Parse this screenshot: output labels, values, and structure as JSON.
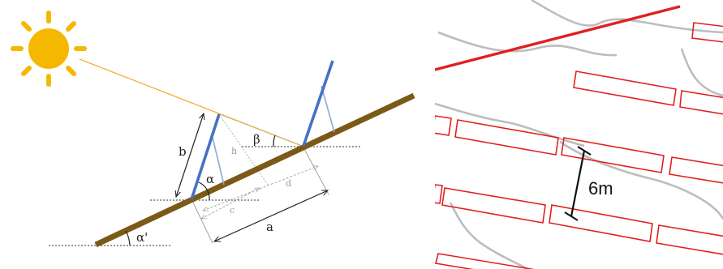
{
  "diagram": {
    "labels": {
      "b": "b",
      "h": "h",
      "beta": "β",
      "alpha": "α",
      "d": "d",
      "c": "c",
      "a": "a",
      "alpha_prime": "α'"
    }
  },
  "map": {
    "spacing_label": "6m"
  },
  "colors": {
    "sun": "#F5B800",
    "sun_ray": "#F0B030",
    "ground": "#7A5A16",
    "panel": "#4472C4",
    "panel_support": "#8FA8D8",
    "dimension": "#222222",
    "light_dimension": "#A8A8A8",
    "map_road": "#BDBDBD",
    "map_power_line": "#E02020",
    "map_panel_row": "#E02020"
  }
}
